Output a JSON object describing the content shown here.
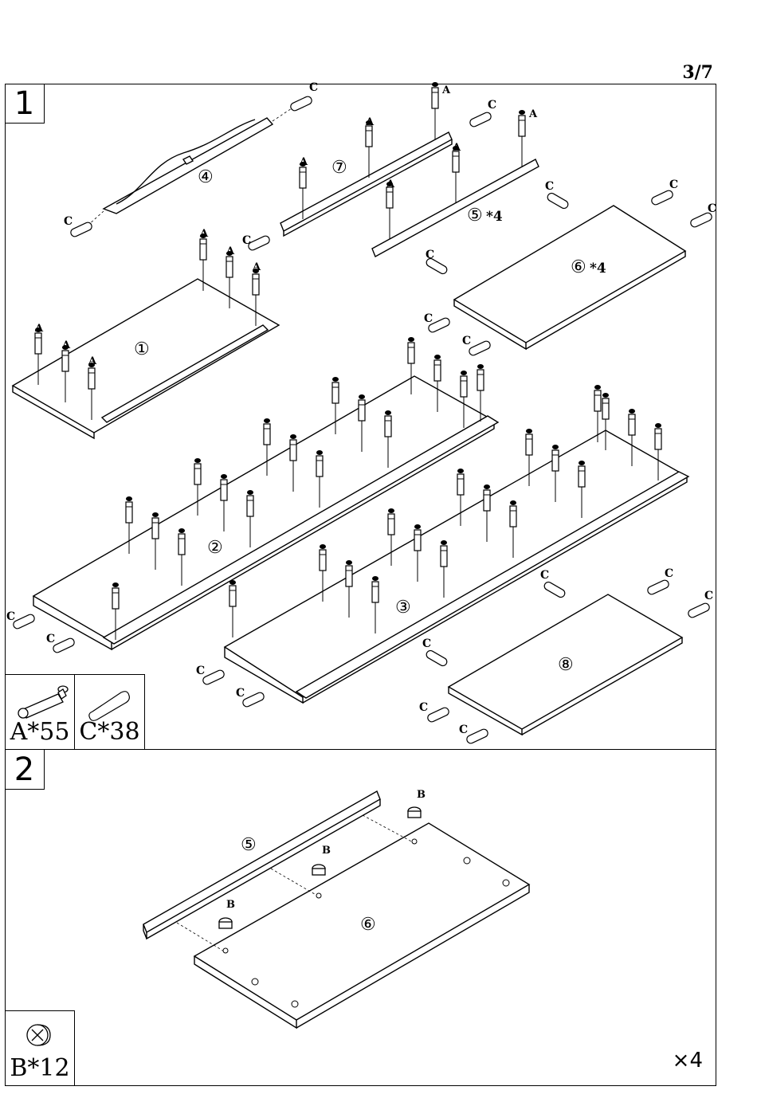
{
  "page": {
    "number": "3/7"
  },
  "step1": {
    "number": "1",
    "hardware": [
      {
        "label": "A*55",
        "icon": "cam-bolt-icon"
      },
      {
        "label": "C*38",
        "icon": "wooden-dowel-icon"
      }
    ],
    "parts": {
      "p1": "①",
      "p2": "②",
      "p3": "③",
      "p4": "④",
      "p5": "⑤",
      "p5qty": "*4",
      "p6": "⑥",
      "p6qty": "*4",
      "p7": "⑦",
      "p8": "⑧"
    },
    "fastener_a": "A",
    "fastener_c": "C"
  },
  "step2": {
    "number": "2",
    "hardware": [
      {
        "label": "B*12",
        "icon": "cam-lock-icon"
      }
    ],
    "parts": {
      "p5": "⑤",
      "p6": "⑥"
    },
    "fastener_b": "B",
    "repeat": "×4"
  }
}
